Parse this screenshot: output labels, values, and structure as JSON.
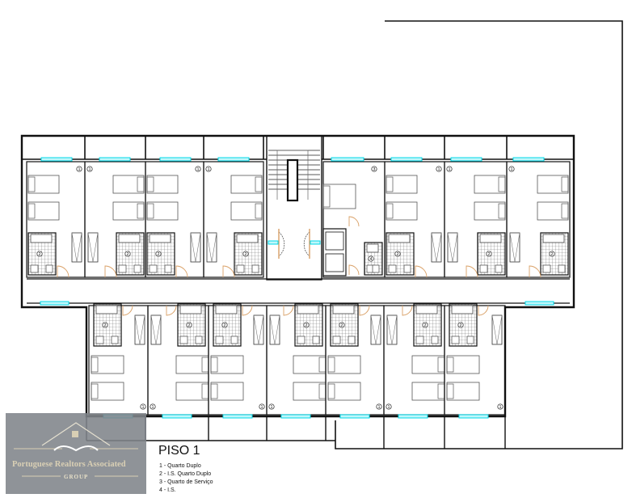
{
  "plan": {
    "title": "PISO 1",
    "legend": [
      "1 - Quarto Duplo",
      "2 - I.S. Quarto Duplo",
      "3 - Quarto de Serviço",
      "4 - I.S."
    ],
    "room_labels": {
      "double_room": "1",
      "bathroom": "2",
      "service_room": "3",
      "service_wc": "4"
    },
    "colors": {
      "wall": "#111111",
      "window": "#00d8e8",
      "door": "#d9a066",
      "furniture": "#555555"
    }
  },
  "watermark": {
    "name": "Portuguese Realtors Associated",
    "group": "GROUP"
  }
}
